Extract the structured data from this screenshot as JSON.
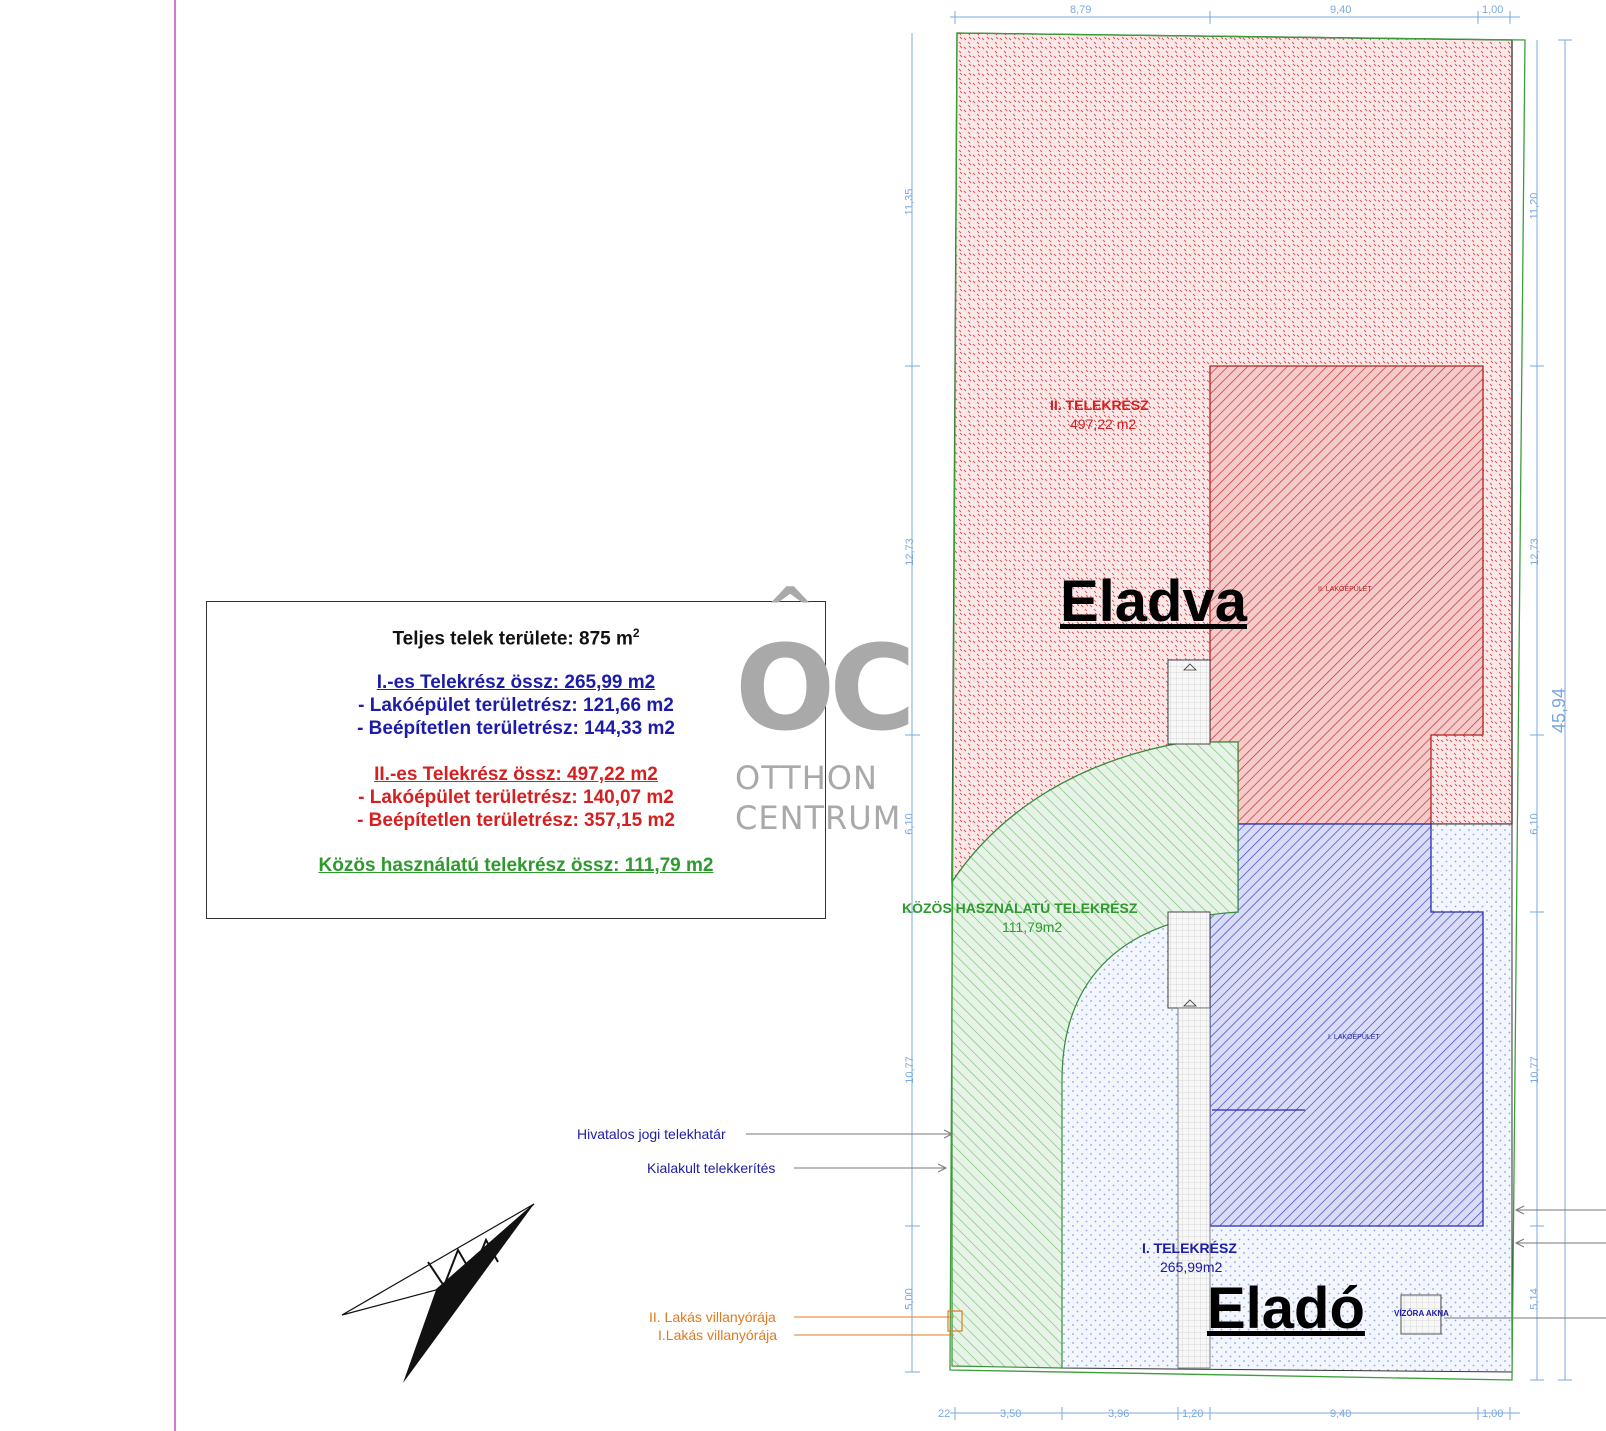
{
  "legend": {
    "total": "Teljes telek területe: 875 m",
    "total_sup": "2",
    "part1_title": "I.-es Telekrész össz: 265,99 m2",
    "part1_building": "- Lakóépület területrész: 121,66 m2",
    "part1_unbuilt": "- Beépítetlen területrész: 144,33 m2",
    "part2_title": "II.-es Telekrész össz: 497,22 m2",
    "part2_building": "- Lakóépület területrész: 140,07 m2",
    "part2_unbuilt": "- Beépítetlen területrész: 357,15 m2",
    "common_title": "Közös használatú telekrész össz: 111,79 m2"
  },
  "watermark": {
    "logo": "OC",
    "line1": "OTTHON",
    "line2": "CENTRUM"
  },
  "zones": {
    "part2_label": "II. TELEKRÉSZ",
    "part2_area": "497,22 m2",
    "building2_label": "II. LAKÓÉPÜLET",
    "common_label": "KÖZÖS HASZNÁLATÚ TELEKRÉSZ",
    "common_area": "111,79m2",
    "building1_label": "I. LAKÓÉPÜLET",
    "part1_label": "I. TELEKRÉSZ",
    "part1_area": "265,99m2",
    "water_meter": "VÍZÓRA AKNA"
  },
  "status": {
    "sold": "Eladva",
    "for_sale": "Eladó"
  },
  "annotations": {
    "legal_boundary": "Hivatalos jogi telekhatár",
    "fence": "Kialakult telekkerítés",
    "meter2": "II. Lakás villanyórája",
    "meter1": "I.Lakás villanyórája"
  },
  "dimensions": {
    "top": [
      "8,79",
      "9,40",
      "1,00"
    ],
    "bottom": [
      "22",
      "3,50",
      "3,96",
      "1,20",
      "9,40",
      "1,00"
    ],
    "left": [
      "11,35",
      "12,73",
      "6,10",
      "10,77",
      "5,00"
    ],
    "right": [
      "11,20",
      "12,73",
      "6,10",
      "10,77",
      "5,14"
    ],
    "total_length": "45,94"
  },
  "colors": {
    "red": "#d42020",
    "blue": "#1c1ca8",
    "green": "#2e9a2e",
    "orange": "#e07a20",
    "dim": "#7aa8e0"
  }
}
